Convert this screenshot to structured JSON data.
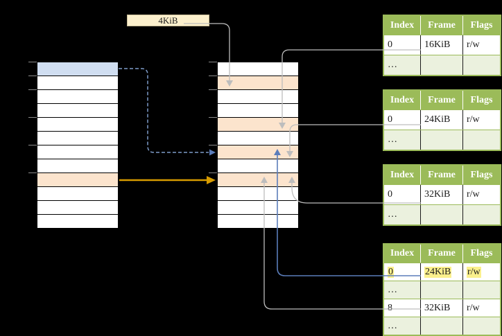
{
  "colors": {
    "background": "#000000",
    "header_green": "#9BBB59",
    "row_green": "#EBF1DE",
    "row_white": "#FFFFFF",
    "row_blue": "#D0DEF1",
    "row_orange": "#FCE4CD",
    "note_fill": "#FCF0CD",
    "note_border": "#C8BC96",
    "highlight_yellow": "#FBF08D",
    "connector_gray": "#BDBDBD",
    "connector_blue": "#5B7DBA",
    "connector_blue_dashed": "#7E9CC9",
    "connector_orange": "#D79B00",
    "tick_gray": "#8C8C8C",
    "table_line": "#000000",
    "header_text": "#FFFFFF",
    "body_text": "#1A1A1A"
  },
  "note": {
    "label": "4KiB"
  },
  "virtual_memory": {
    "rows": [
      "blue",
      "white",
      "white",
      "white",
      "white",
      "white",
      "white",
      "white",
      "orange",
      "white",
      "white",
      "white"
    ]
  },
  "physical_memory": {
    "rows": [
      "white",
      "orange",
      "white",
      "white",
      "orange",
      "white",
      "orange",
      "white",
      "orange",
      "white",
      "white",
      "white"
    ]
  },
  "page_tables": [
    {
      "columns": [
        "Index",
        "Frame",
        "Flags"
      ],
      "rows": [
        {
          "cells": [
            "0",
            "16KiB",
            "r/w"
          ],
          "style": "white",
          "highlight": false
        },
        {
          "cells": [
            "…",
            "",
            ""
          ],
          "style": "green",
          "highlight": false
        }
      ]
    },
    {
      "columns": [
        "Index",
        "Frame",
        "Flags"
      ],
      "rows": [
        {
          "cells": [
            "0",
            "24KiB",
            "r/w"
          ],
          "style": "white",
          "highlight": false
        },
        {
          "cells": [
            "…",
            "",
            ""
          ],
          "style": "green",
          "highlight": false
        }
      ]
    },
    {
      "columns": [
        "Index",
        "Frame",
        "Flags"
      ],
      "rows": [
        {
          "cells": [
            "0",
            "32KiB",
            "r/w"
          ],
          "style": "white",
          "highlight": false
        },
        {
          "cells": [
            "…",
            "",
            ""
          ],
          "style": "green",
          "highlight": false
        }
      ]
    },
    {
      "columns": [
        "Index",
        "Frame",
        "Flags"
      ],
      "rows": [
        {
          "cells": [
            "0",
            "24KiB",
            "r/w"
          ],
          "style": "white",
          "highlight": true
        },
        {
          "cells": [
            "…",
            "",
            ""
          ],
          "style": "green",
          "highlight": false
        },
        {
          "cells": [
            "8",
            "32KiB",
            "r/w"
          ],
          "style": "white",
          "highlight": false
        },
        {
          "cells": [
            "…",
            "",
            ""
          ],
          "style": "green",
          "highlight": false
        }
      ]
    }
  ]
}
